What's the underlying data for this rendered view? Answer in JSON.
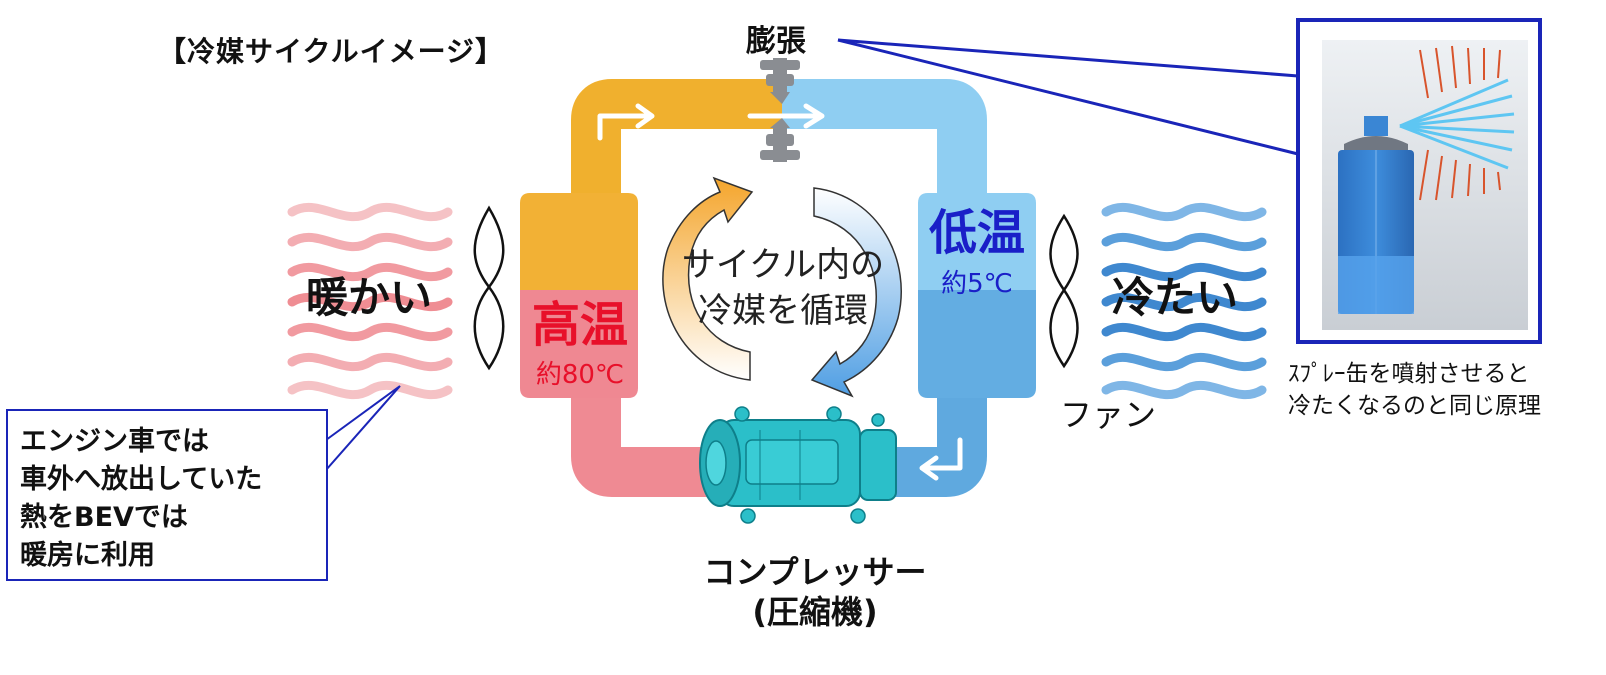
{
  "title": "【冷媒サイクルイメージ】",
  "expansion_label": "膨張",
  "center_text": [
    "サイクル内の",
    "冷媒を循環"
  ],
  "hot": {
    "title": "高温",
    "temp": "約80℃"
  },
  "cold": {
    "title": "低温",
    "temp": "約5℃"
  },
  "warm_side_label": "暖かい",
  "cold_side_label": "冷たい",
  "fan_label": "ファン",
  "compressor_label": [
    "コンプレッサー",
    "(圧縮機)"
  ],
  "note_lines": [
    "エンジン車では",
    "車外へ放出していた",
    "熱をBEVでは",
    "暖房に利用"
  ],
  "spray_caption": [
    "ｽﾌﾟﾚｰ缶を噴射させると",
    "冷たくなるのと同じ原理"
  ],
  "icons": [
    "fan-blade-icon",
    "expansion-valve-icon",
    "compressor-icon",
    "spray-can-icon",
    "heat-wave-icon",
    "cold-wave-icon",
    "circulation-arrow-icon",
    "flow-arrow-icon"
  ],
  "colors": {
    "hot": "#e8102a",
    "cold": "#1a1fc8",
    "pipe_hot": "#f0b02e",
    "pipe_warm": "#ef8a93",
    "pipe_cold": "#8fcef2",
    "pipe_cold_dark": "#5fa9df",
    "frame": "#1a25b8"
  }
}
